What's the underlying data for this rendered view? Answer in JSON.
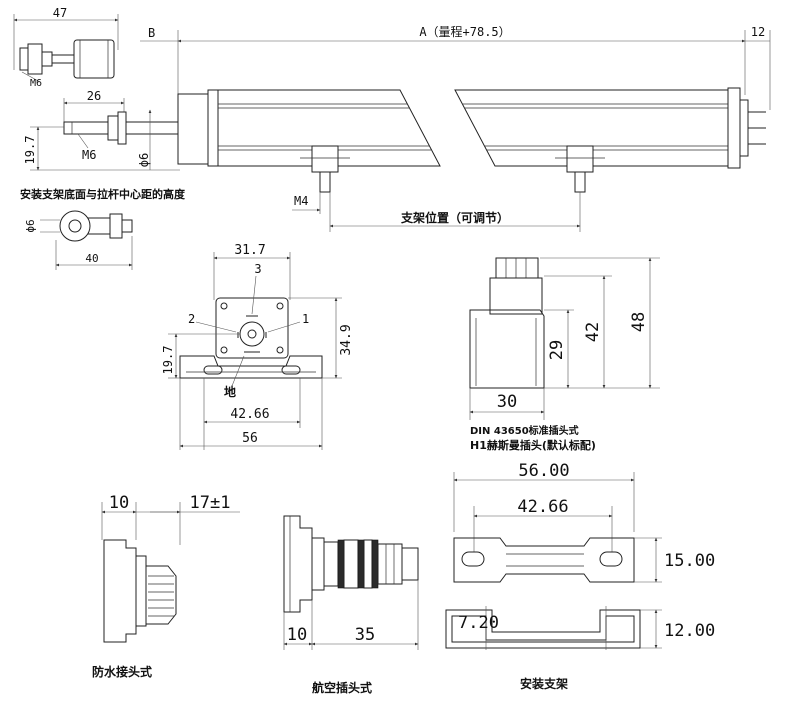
{
  "top_view": {
    "dim_47": "47",
    "label_M6_rod_end": "M6",
    "label_B": "B",
    "label_A": "A（量程+78.5）",
    "dim_12": "12",
    "dim_26": "26",
    "label_M6_thread": "M6",
    "dim_19_7": "19.7",
    "label_phi6": "ϕ6",
    "label_M4": "M4",
    "label_bracket_position": "支架位置（可调节）",
    "caption_height": "安装支架底面与拉杆中心距的高度"
  },
  "rod_eye": {
    "label_phi6": "ϕ6",
    "dim_40": "40"
  },
  "end_view": {
    "dim_31_7": "31.7",
    "pin_3": "3",
    "pin_2": "2",
    "pin_1": "1",
    "dim_34_9": "34.9",
    "dim_19_7": "19.7",
    "label_ground": "地",
    "dim_42_66": "42.66",
    "dim_56": "56"
  },
  "din_connector": {
    "dim_42": "42",
    "dim_48": "48",
    "dim_29": "29",
    "dim_30": "30",
    "caption_line1": "DIN 43650标准插头式",
    "caption_line2": "H1赫斯曼插头(默认标配)"
  },
  "waterproof_connector": {
    "dim_10": "10",
    "dim_17": "17±1",
    "caption": "防水接头式"
  },
  "aviation_connector": {
    "dim_10": "10",
    "dim_35": "35",
    "caption": "航空插头式"
  },
  "bracket": {
    "dim_56_00": "56.00",
    "dim_42_66": "42.66",
    "dim_15_00": "15.00",
    "dim_7_20": "7.20",
    "dim_12_00": "12.00",
    "caption": "安装支架"
  }
}
